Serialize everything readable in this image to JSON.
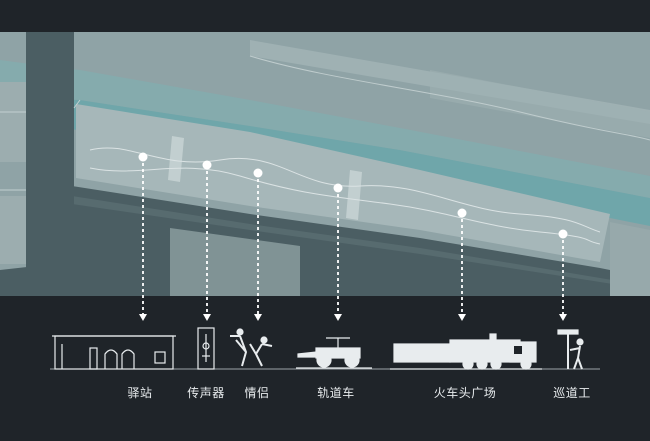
{
  "colors": {
    "background": "#1f2429",
    "map_ground": "#8fa3a6",
    "river": "#6fa6aa",
    "road": "#4b5e63",
    "promenade": "#a6b7b9",
    "icon_stroke": "#e8ecee"
  },
  "stations": [
    {
      "id": "station",
      "label": "驿站",
      "icon": "station-building-icon"
    },
    {
      "id": "speaker",
      "label": "传声器",
      "icon": "speaking-tube-icon"
    },
    {
      "id": "lovers",
      "label": "情侣",
      "icon": "couple-dancing-icon"
    },
    {
      "id": "railcar",
      "label": "轨道车",
      "icon": "rail-handcar-icon"
    },
    {
      "id": "locomotive",
      "label": "火车头广场",
      "icon": "steam-locomotive-icon"
    },
    {
      "id": "trackman",
      "label": "巡道工",
      "icon": "track-inspector-icon"
    }
  ]
}
